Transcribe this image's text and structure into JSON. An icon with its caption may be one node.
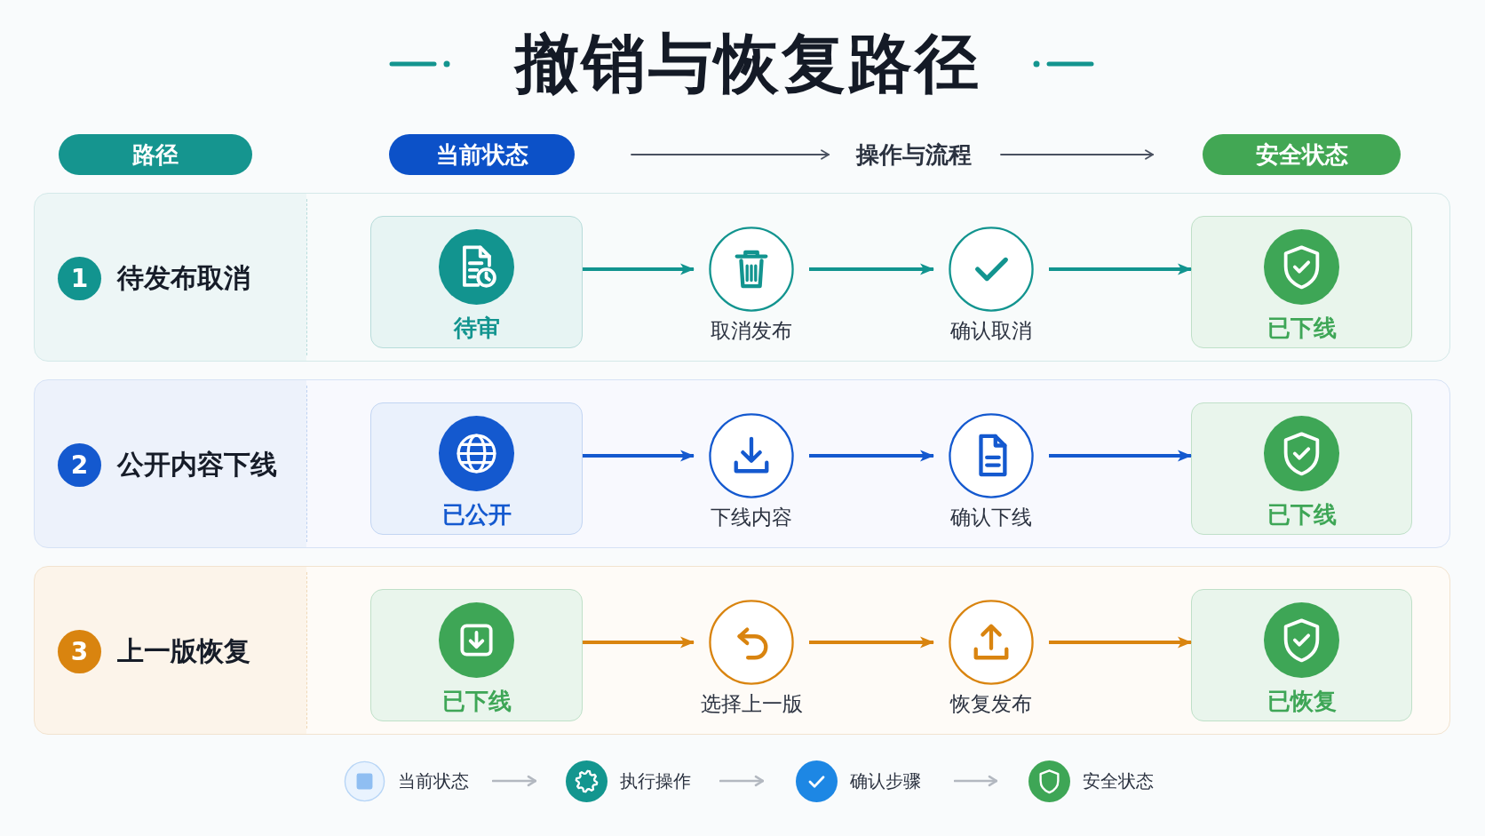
{
  "diagram": {
    "title": "撤销与恢复路径",
    "nodes": [
      {
        "text": [
          "待发布取消"
        ]
      },
      {
        "text": [
          "1"
        ],
        "in": 0
      },
      {
        "text": [
          "待审"
        ],
        "in": 0
      },
      {
        "text": [
          "取消发布"
        ],
        "in": 0
      },
      {
        "text": [
          "确认取消"
        ],
        "in": 0
      },
      {
        "text": [
          "已下线"
        ],
        "in": 0
      },
      {
        "text": [
          "公开内容下线"
        ]
      },
      {
        "text": [
          "2"
        ],
        "in": 6
      },
      {
        "text": [
          "已公开"
        ],
        "in": 6
      },
      {
        "text": [
          "下线内容"
        ],
        "in": 6
      },
      {
        "text": [
          "确认下线"
        ],
        "in": 6
      },
      {
        "text": [
          "已下线"
        ],
        "in": 6
      },
      {
        "text": [
          "上一版恢复"
        ]
      },
      {
        "text": [
          "3"
        ],
        "in": 12
      },
      {
        "text": [
          "已下线"
        ],
        "in": 12
      },
      {
        "text": [
          "选择上一版"
        ],
        "in": 12
      },
      {
        "text": [
          "恢复发布"
        ],
        "in": 12
      },
      {
        "text": [
          "已恢复"
        ],
        "in": 12
      }
    ],
    "edges": [
      {
        "from": 2,
        "to": 3,
        "arrow": "to",
        "color": "#12948f"
      },
      {
        "from": 3,
        "to": 4,
        "arrow": "to",
        "color": "#12948f"
      },
      {
        "from": 4,
        "to": 5,
        "arrow": "to",
        "color": "#12948f"
      },
      {
        "from": 8,
        "to": 9,
        "arrow": "to",
        "color": "#1459cf"
      },
      {
        "from": 9,
        "to": 10,
        "arrow": "to",
        "color": "#1459cf"
      },
      {
        "from": 10,
        "to": 11,
        "arrow": "to",
        "color": "#1459cf"
      },
      {
        "from": 14,
        "to": 15,
        "arrow": "to",
        "color": "#d9840f"
      },
      {
        "from": 15,
        "to": 16,
        "arrow": "to",
        "color": "#d9840f"
      },
      {
        "from": 16,
        "to": 17,
        "arrow": "to",
        "color": "#d9840f"
      }
    ],
    "labels": [
      "路径",
      "当前状态",
      "操作与流程",
      "安全状态"
    ],
    "legend": [
      {
        "text": "当前状态"
      },
      {
        "text": "执行操作"
      },
      {
        "text": "确认步骤"
      },
      {
        "text": "安全状态"
      }
    ]
  }
}
